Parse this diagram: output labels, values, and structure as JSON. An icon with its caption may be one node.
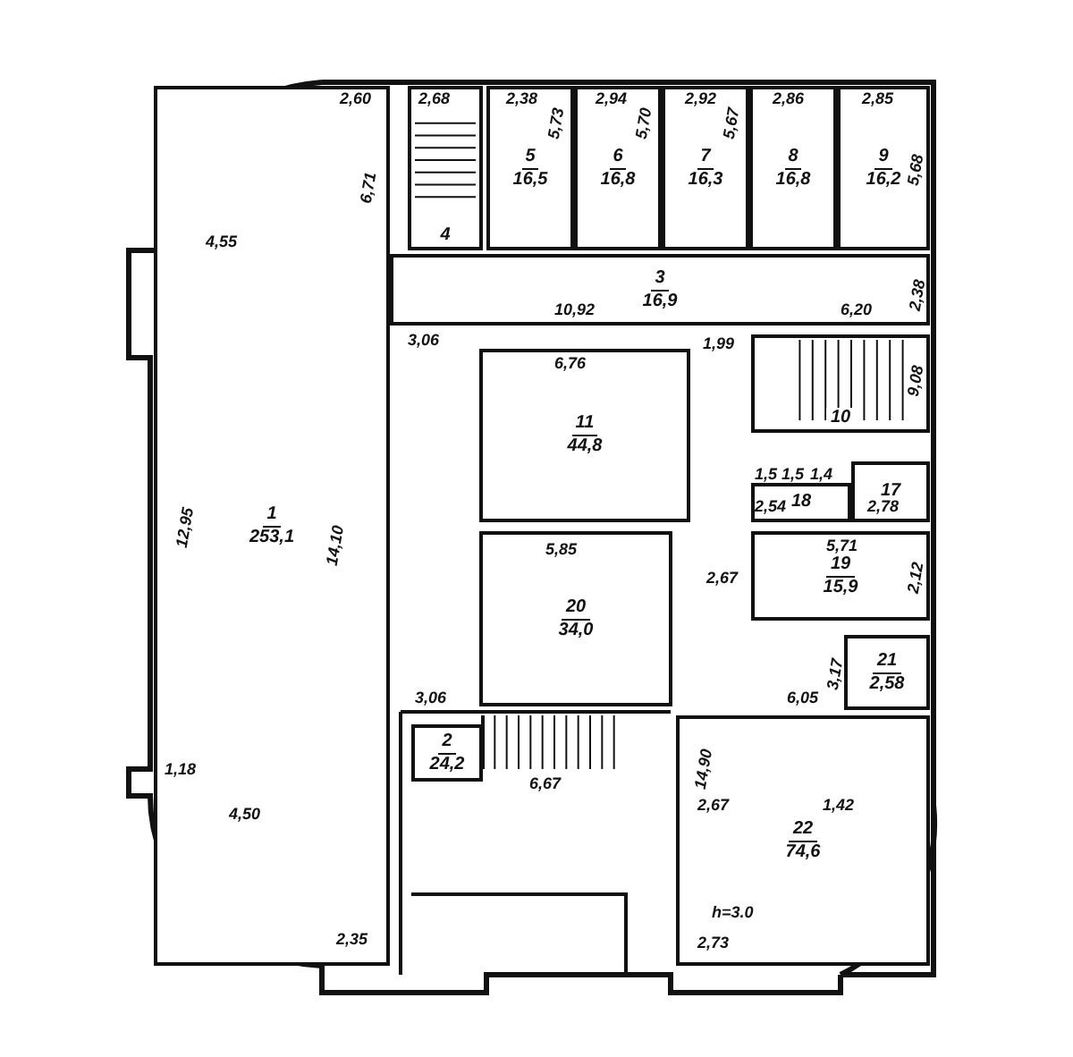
{
  "diagram": {
    "nodes": [
      {
        "text": [
          "4"
        ]
      },
      {
        "text": [
          "5",
          "16,5"
        ]
      },
      {
        "text": [
          "6",
          "16,8"
        ]
      },
      {
        "text": [
          "7",
          "16,3"
        ]
      },
      {
        "text": [
          "8",
          "16,8"
        ]
      },
      {
        "text": [
          "9",
          "16,2"
        ]
      },
      {
        "text": [
          "3",
          "16,9"
        ]
      },
      {
        "text": [
          "10"
        ]
      },
      {
        "text": [
          "11",
          "44,8"
        ]
      },
      {
        "text": [
          "1",
          "253,1"
        ]
      },
      {
        "text": [
          "18"
        ]
      },
      {
        "text": [
          "17"
        ]
      },
      {
        "text": [
          "19",
          "15,9"
        ]
      },
      {
        "text": [
          "20",
          "34,0"
        ]
      },
      {
        "text": [
          "21",
          "2,58"
        ]
      },
      {
        "text": [
          "2",
          "24,2"
        ]
      },
      {
        "text": [
          "22",
          "74,6"
        ]
      }
    ],
    "labels": [
      "2,60",
      "2,68",
      "2,38",
      "2,94",
      "2,92",
      "2,86",
      "2,85",
      "6,71",
      "5,73",
      "5,70",
      "5,67",
      "5,68",
      "4,55",
      "2,38",
      "10,92",
      "6,20",
      "3,06",
      "6,76",
      "1,99",
      "9,08",
      "12,95",
      "14,10",
      "1,5",
      "1,5",
      "1,4",
      "2,54",
      "2,78",
      "5,85",
      "2,67",
      "5,71",
      "2,12",
      "3,17",
      "3,06",
      "6,05",
      "14,90",
      "1,18",
      "6,67",
      "2,67",
      "1,42",
      "4,50",
      "h=3.0",
      "2,35",
      "2,73"
    ]
  }
}
